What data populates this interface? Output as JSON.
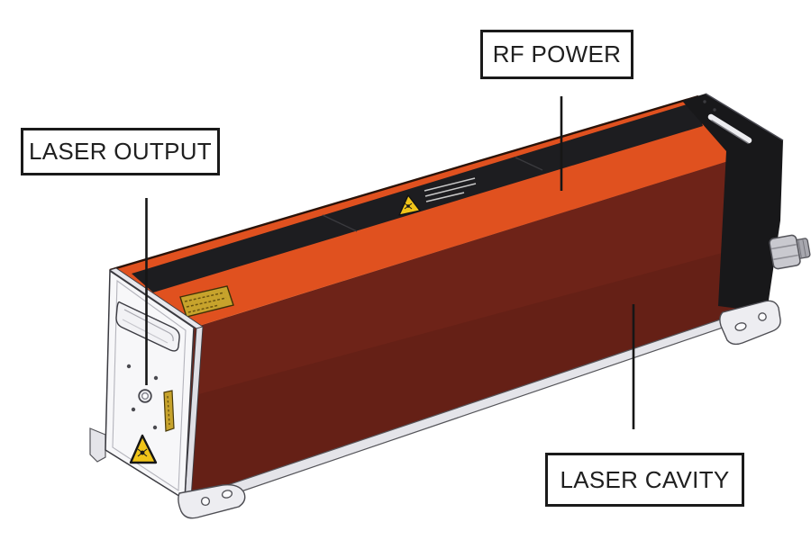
{
  "figure": {
    "type": "annotated-product-illustration",
    "subject": "RF excited CO2 laser module, 3D CAD style rendering on white background",
    "background": "#ffffff",
    "callouts": {
      "rf_power": {
        "label": "RF POWER"
      },
      "laser_output": {
        "label": "LASER OUTPUT"
      },
      "laser_cavity": {
        "label": "LASER CAVITY"
      }
    },
    "device": {
      "parts": [
        "housing-top-face",
        "warning-strip-top",
        "laser-cavity-side-face",
        "rear-end-cap",
        "front-end-plate",
        "front-handle-slot",
        "laser-output-aperture",
        "base-rail",
        "front-mounting-foot",
        "rear-mounting-foot",
        "rf-connector",
        "rear-handle-recess"
      ],
      "icons": [
        "laser-warning-triangle-icon (front plate)",
        "laser-warning-triangle-icon (top strip)",
        "gold-product-label (top face, fine print illegible)",
        "gold-label-strip (front plate, fine print illegible)"
      ],
      "colors": {
        "housing_top_orange": "#e0511f",
        "cavity_side_maroon": "#6e2318",
        "end_cap_black": "#18181a",
        "strip_black": "#1d1d20",
        "front_plate_white": "#f7f7f9",
        "base_gray": "#e4e4e9",
        "warning_yellow": "#f0c419",
        "label_gold": "#c7a32c",
        "callout_line": "#161616",
        "callout_border": "#1a1a1a"
      }
    }
  }
}
